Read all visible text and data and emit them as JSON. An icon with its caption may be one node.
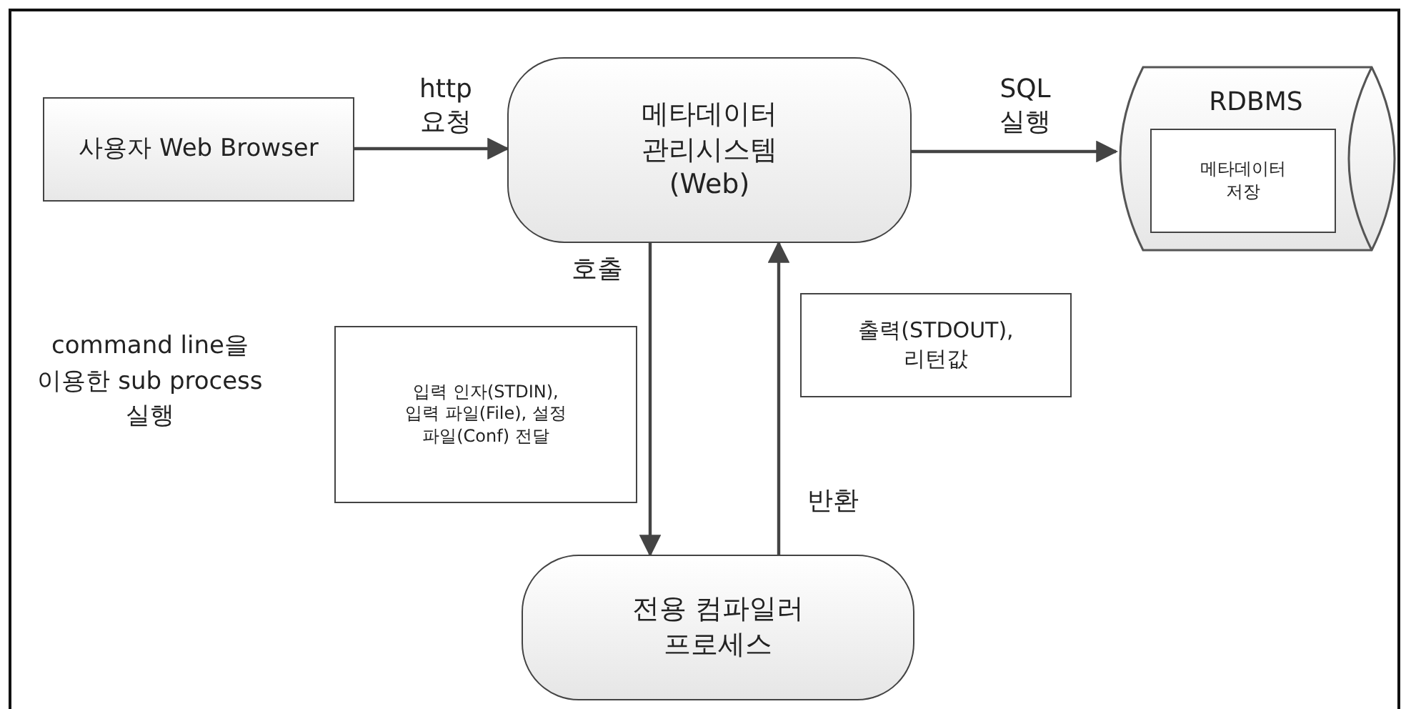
{
  "diagram": {
    "nodes": [
      {
        "text": [
          "사용자 Web Browser"
        ]
      },
      {
        "text": [
          "메타데이터 관리시스템 (Web)"
        ]
      },
      {
        "text": [
          "RDBMS"
        ]
      },
      {
        "text": [
          "메타데이터 저장"
        ],
        "in": 2
      },
      {
        "text": [
          "입력 인자(STDIN), 입력 파일(File), 설정 파일(Conf) 전달"
        ]
      },
      {
        "text": [
          "출력(STDOUT), 리턴값"
        ]
      },
      {
        "text": [
          "전용 컴파일러 프로세스"
        ]
      }
    ],
    "edges": [
      {
        "from": 0,
        "to": 1,
        "arrow": "to",
        "label": "http 요청"
      },
      {
        "from": 1,
        "to": 2,
        "arrow": "to",
        "label": "SQL 실행"
      },
      {
        "from": 1,
        "to": 6,
        "arrow": "to",
        "label": "호출"
      },
      {
        "from": 6,
        "to": 1,
        "arrow": "to",
        "label": "반환"
      }
    ],
    "labels": [
      "command line을 이용한 sub process 실행"
    ]
  }
}
